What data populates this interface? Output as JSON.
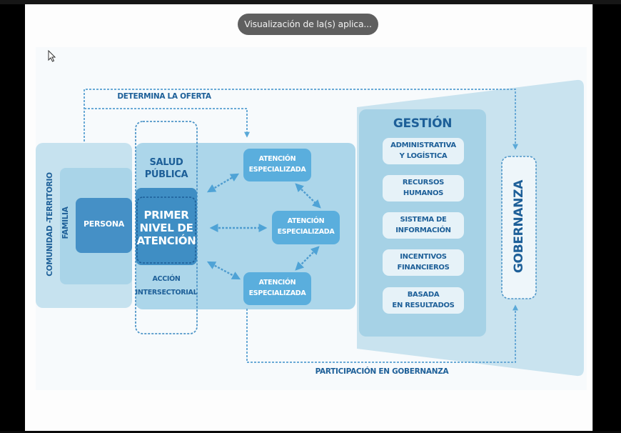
{
  "viewer": {
    "toast_text": "Visualización de la(s) aplica..."
  },
  "colors": {
    "dark_blue": "#1d5f98",
    "mid_blue": "#4fa3d6",
    "box_blue": "#5aaedd",
    "panel_light": "#c6e2ef",
    "panel_mid": "#a9d4e8",
    "primer_nivel": "#3f8ec4",
    "persona": "#4590c6"
  },
  "diagram": {
    "top_flow_label": "DETERMINA LA OFERTA",
    "bottom_flow_label": "PARTICIPACIÓN EN GOBERNANZA",
    "comunidad": "COMUNIDAD -TERRITORIO",
    "familia": "FAMILIA",
    "persona": "PERSONA",
    "salud_publica": [
      "SALUD",
      "PÚBLICA"
    ],
    "primer_nivel": [
      "PRIMER",
      "NIVEL DE",
      "ATENCIÓN"
    ],
    "accion_intersectorial": [
      "ACCIÓN",
      "INTERSECTORIAL"
    ],
    "atencion_especializada": [
      [
        "ATENCIÓN",
        "ESPECIALIZADA"
      ],
      [
        "ATENCIÓN",
        "ESPECIALIZADA"
      ],
      [
        "ATENCIÓN",
        "ESPECIALIZADA"
      ]
    ],
    "gestion": {
      "title": "GESTIÓN",
      "items": [
        [
          "ADMINISTRATIVA",
          "Y LOGÍSTICA"
        ],
        [
          "RECURSOS",
          "HUMANOS"
        ],
        [
          "SISTEMA DE",
          "INFORMACIÓN"
        ],
        [
          "INCENTIVOS",
          "FINANCIEROS"
        ],
        [
          "BASADA",
          "EN RESULTADOS"
        ]
      ]
    },
    "gobernanza": "GOBERNANZA"
  }
}
